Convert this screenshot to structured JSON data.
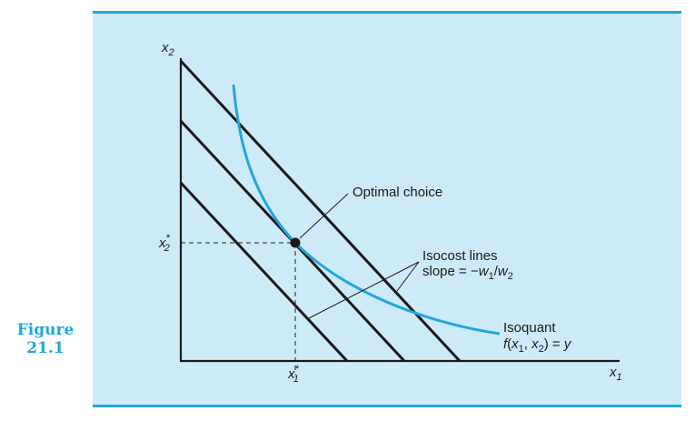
{
  "figure": {
    "label_line1": "Figure",
    "label_line2": "21.1"
  },
  "axes": {
    "y_var": "x",
    "y_sub": "2",
    "x_var": "x",
    "x_sub": "1"
  },
  "ticks": {
    "x_star_var": "x",
    "x_star_sub": "1",
    "x_star_sup": "*",
    "y_star_var": "x",
    "y_star_sub": "2",
    "y_star_sup": "*"
  },
  "annotations": {
    "optimal": "Optimal choice",
    "isocost_title": "Isocost lines",
    "isocost_slope_prefix": "slope = −",
    "isocost_w1": "w",
    "isocost_w1_sub": "1",
    "isocost_slash": "/",
    "isocost_w2": "w",
    "isocost_w2_sub": "2",
    "isoquant_title": "Isoquant",
    "isoquant_f": "f",
    "isoquant_open": "(",
    "isoquant_x1": "x",
    "isoquant_x1_sub": "1",
    "isoquant_comma": ", ",
    "isoquant_x2": "x",
    "isoquant_x2_sub": "2",
    "isoquant_close": ") = ",
    "isoquant_y": "y"
  },
  "colors": {
    "panel_bg": "#cdeaf8",
    "accent": "#22a6dc",
    "ink": "#1a1a1a"
  }
}
